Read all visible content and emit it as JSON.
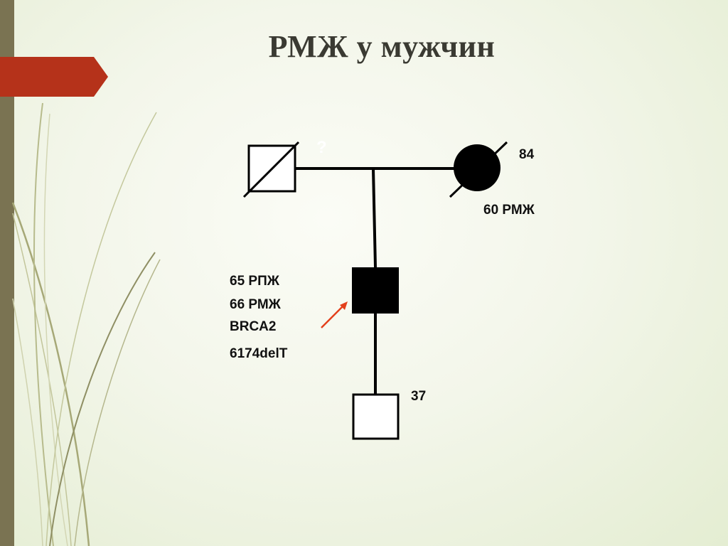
{
  "slide": {
    "title": "РМЖ у мужчин"
  },
  "pedigree": {
    "father": {
      "label": "?",
      "sex": "male",
      "deceased": true,
      "affected": false
    },
    "mother": {
      "age": "84",
      "diagnosis": "60 РМЖ",
      "sex": "female",
      "deceased": true,
      "affected": true
    },
    "proband": {
      "lines": [
        "65 РПЖ",
        "66 РМЖ",
        "BRCA2"
      ],
      "mutation": "6174delT",
      "sex": "male",
      "affected": true,
      "arrow_icon": "proband-arrow-icon"
    },
    "son": {
      "age": "37",
      "sex": "male",
      "affected": false
    }
  },
  "colors": {
    "accent_tab": "#b5321a",
    "left_bar": "#7a7352",
    "arrow": "#e3401c",
    "symbol": "#000000"
  }
}
